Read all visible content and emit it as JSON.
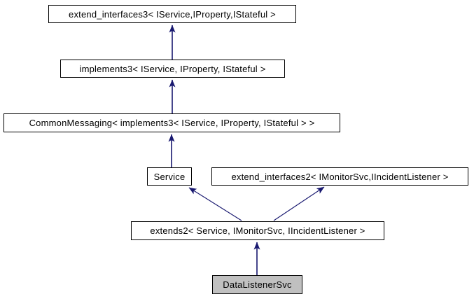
{
  "diagram": {
    "kind": "class-inheritance-graph",
    "background_color": "#ffffff",
    "edge_color": "#191970",
    "node_border_color": "#000000",
    "node_fill_color": "#ffffff",
    "selected_node_fill_color": "#c0c0c0",
    "nodes": [
      {
        "id": "extend_interfaces3",
        "label": "extend_interfaces3< IService,IProperty,IStateful >",
        "selected": false
      },
      {
        "id": "implements3",
        "label": "implements3< IService, IProperty, IStateful >",
        "selected": false
      },
      {
        "id": "CommonMessaging",
        "label": "CommonMessaging< implements3< IService, IProperty, IStateful > >",
        "selected": false
      },
      {
        "id": "Service",
        "label": "Service",
        "selected": false
      },
      {
        "id": "extend_interfaces2",
        "label": "extend_interfaces2< IMonitorSvc,IIncidentListener >",
        "selected": false
      },
      {
        "id": "extends2",
        "label": "extends2< Service, IMonitorSvc, IIncidentListener >",
        "selected": false
      },
      {
        "id": "DataListenerSvc",
        "label": "DataListenerSvc",
        "selected": true
      }
    ],
    "edges": [
      {
        "from": "implements3",
        "to": "extend_interfaces3",
        "relation": "inherits"
      },
      {
        "from": "CommonMessaging",
        "to": "implements3",
        "relation": "inherits"
      },
      {
        "from": "Service",
        "to": "CommonMessaging",
        "relation": "inherits"
      },
      {
        "from": "extends2",
        "to": "Service",
        "relation": "inherits"
      },
      {
        "from": "extends2",
        "to": "extend_interfaces2",
        "relation": "inherits"
      },
      {
        "from": "DataListenerSvc",
        "to": "extends2",
        "relation": "inherits"
      }
    ]
  }
}
